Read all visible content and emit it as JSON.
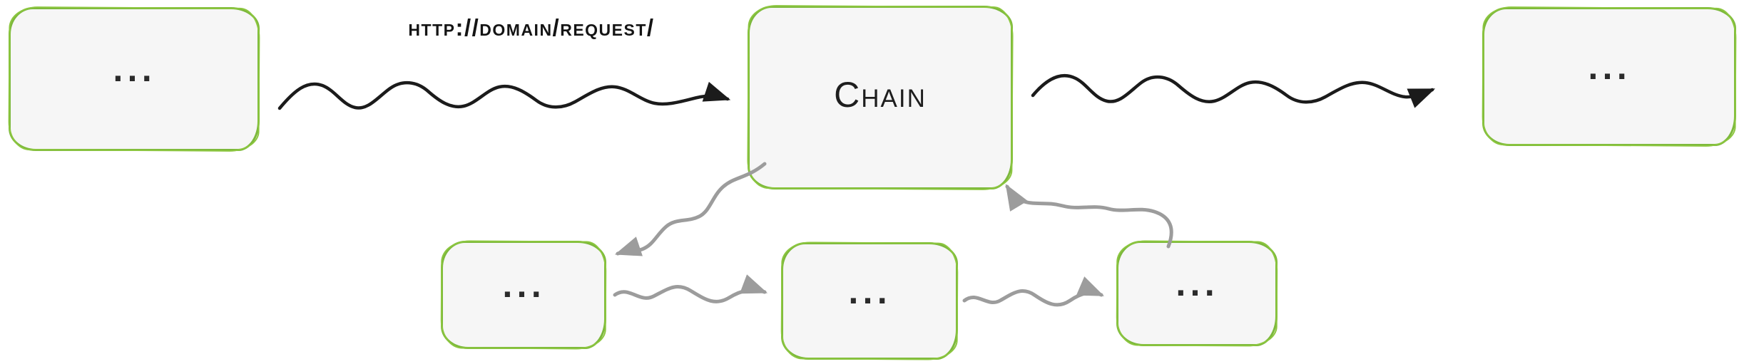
{
  "diagram": {
    "type": "flow-diagram",
    "request_arrow_label": "http://domain/request/",
    "nodes": {
      "left": {
        "label": "..."
      },
      "chain": {
        "label": "Chain"
      },
      "right": {
        "label": "..."
      },
      "middleware1": {
        "label": "..."
      },
      "middleware2": {
        "label": "..."
      },
      "middleware3": {
        "label": "..."
      }
    },
    "edges": [
      {
        "from": "left",
        "to": "chain",
        "style": "black-squiggle",
        "label": "http://domain/request/"
      },
      {
        "from": "chain",
        "to": "right",
        "style": "black-squiggle",
        "label": ""
      },
      {
        "from": "chain",
        "to": "middleware1",
        "style": "gray-squiggle",
        "label": ""
      },
      {
        "from": "middleware1",
        "to": "middleware2",
        "style": "gray-squiggle",
        "label": ""
      },
      {
        "from": "middleware2",
        "to": "middleware3",
        "style": "gray-squiggle",
        "label": ""
      },
      {
        "from": "middleware3",
        "to": "chain",
        "style": "gray-squiggle",
        "label": ""
      }
    ],
    "colors": {
      "box_border": "#7cb83c",
      "box_fill": "#f6f6f6",
      "arrow_black": "#1b1b1b",
      "arrow_gray": "#9c9c9c",
      "text": "#1e1e1e",
      "background": "#ffffff"
    }
  }
}
